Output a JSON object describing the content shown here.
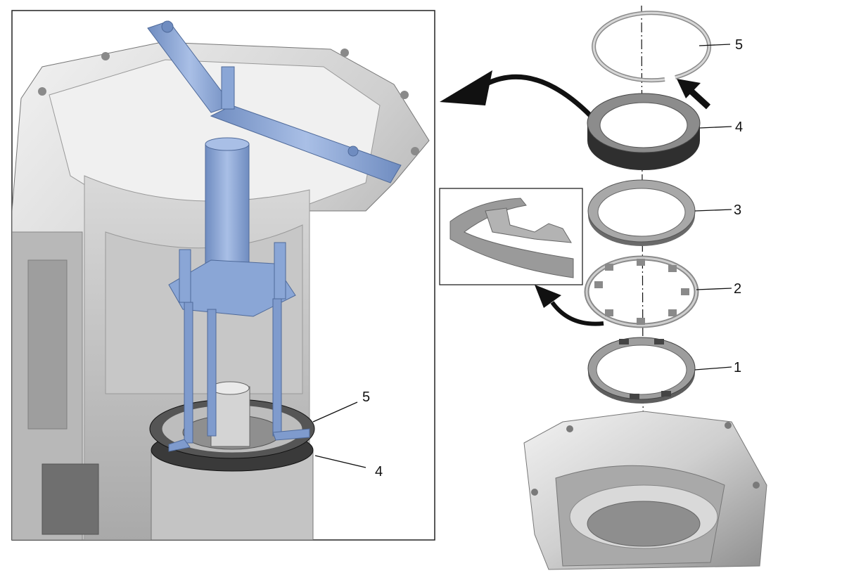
{
  "callouts": {
    "left_5": "5",
    "left_4": "4",
    "right_5": "5",
    "right_4": "4",
    "right_3": "3",
    "right_2": "2",
    "right_1": "1"
  },
  "colors": {
    "tool_blue": "#8aa6d6",
    "tool_blue_dark": "#5d78a8",
    "housing_light": "#e6e6e6",
    "housing_mid": "#bdbdbd",
    "housing_dark": "#7a7a7a",
    "ring_dark": "#3a3a3a",
    "frame": "#222222"
  },
  "icons": [
    "curved-arrow-icon",
    "straight-arrow-icon"
  ]
}
